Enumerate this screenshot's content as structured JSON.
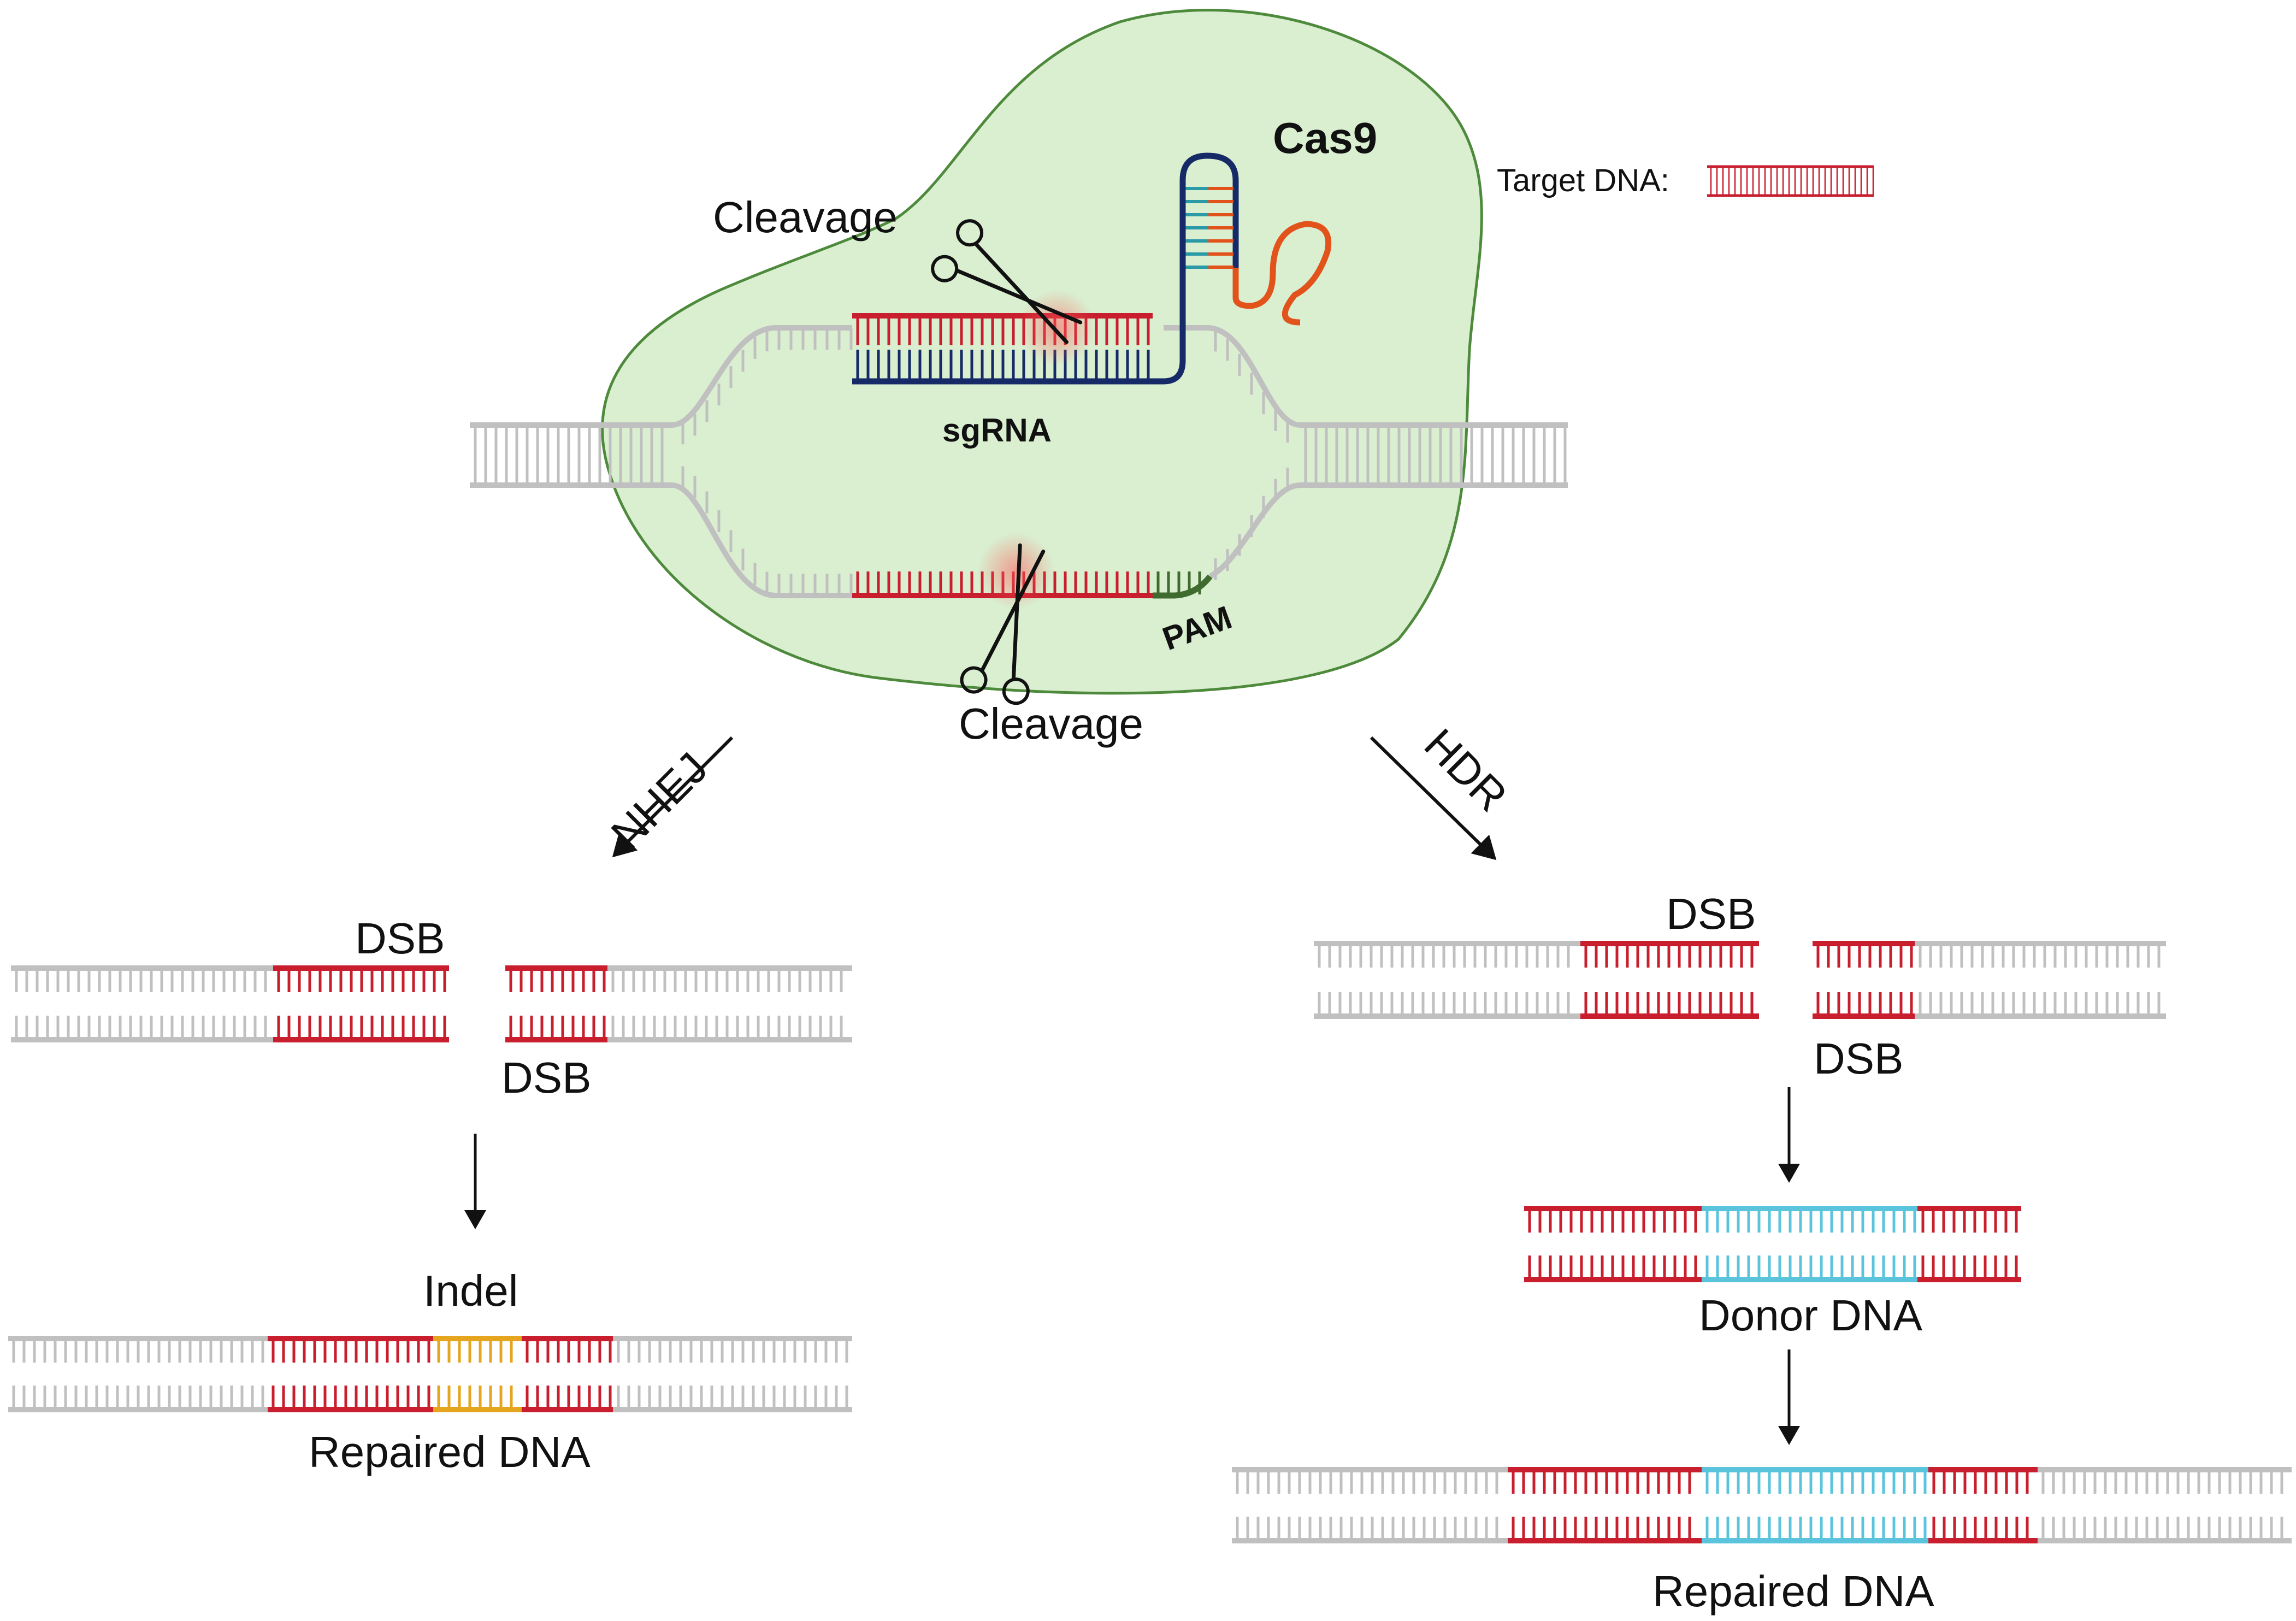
{
  "title": "",
  "colors": {
    "background": "#ffffff",
    "cas9_fill": "#d9efd0",
    "cas9_stroke": "#4e8a3c",
    "dna_grey": "#c0c0c0",
    "target_red": "#c81e2d",
    "sgrna_navy": "#152a66",
    "stem_teal": "#2a9aa6",
    "tail_orange": "#e2531b",
    "pam_green": "#3f6b2e",
    "indel_orange": "#e6a51f",
    "donor_cyan": "#5bc4dd",
    "arrow": "#111111"
  },
  "icons": [
    "scissors-icon",
    "scissors-icon"
  ],
  "labels": {
    "cas9": "Cas9",
    "sgrna": "sgRNA",
    "pam": "PAM",
    "cleavage_top": "Cleavage",
    "cleavage_bottom": "Cleavage",
    "legend_target_dna": "Target DNA:",
    "nhej": "NHEJ",
    "hdr": "HDR",
    "dsb_left_top": "DSB",
    "dsb_left_bottom": "DSB",
    "dsb_right_top": "DSB",
    "dsb_right_bottom": "DSB",
    "indel": "Indel",
    "repaired_left": "Repaired DNA",
    "donor": "Donor DNA",
    "repaired_right": "Repaired DNA"
  }
}
